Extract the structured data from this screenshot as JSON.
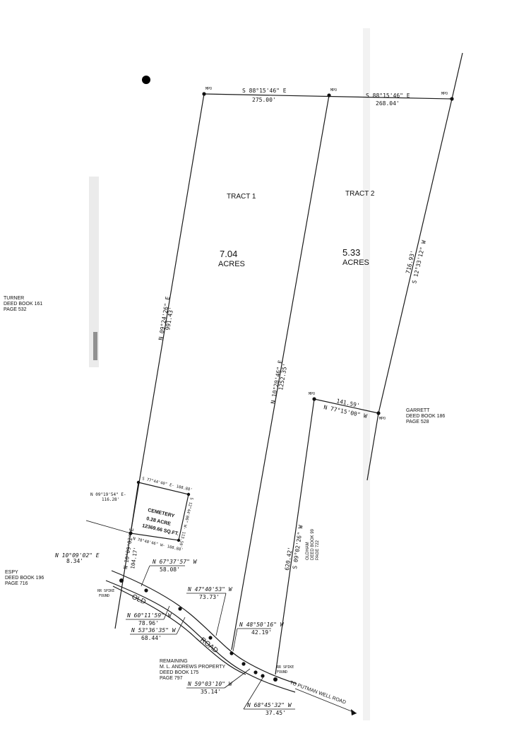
{
  "tracts": {
    "tract1": {
      "name": "TRACT  1",
      "acres": "7.04",
      "acres_unit": "ACRES"
    },
    "tract2": {
      "name": "TRACT  2",
      "acres": "5.33",
      "acres_unit": "ACRES"
    }
  },
  "markers": {
    "mpo": "MPO"
  },
  "bearings": {
    "north_left_bearing": "S 88°15'46\" E",
    "north_left_dist": "275.00'",
    "north_right_bearing": "S 88°15'46\" E",
    "north_right_dist": "268.04'",
    "west_bearing": "N 09°24'26\" E",
    "west_dist": "991.43'",
    "middle_bearing": "N 10°20'46\" E",
    "middle_dist": "1252.35'",
    "east_dist": "716.93'",
    "east_bearing": "S 12°33'12\" W",
    "notch_dist": "141.59'",
    "notch_bearing": "N 77°15'00\" W",
    "notch_south_dist": "620.42'",
    "notch_south_bearing": "S 09°02'26\" W",
    "base_bearing": "N 10°09'02\" E",
    "base_dist": "8.34'",
    "west_lower_bearing": "N 10°09'02\" E",
    "west_lower_dist": "104.17'"
  },
  "cemetery": {
    "name": "CEMETERY",
    "acres": "0.28 ACRE",
    "sqft": "12369.66 SQ.FT.",
    "top": "S 77°44'40\" E- 108.88'",
    "right": "S 12°44'06\" W- 113.59'",
    "bottom": "N 78°48'46\" W- 108.88'",
    "left_bearing": "N 09°19'54\" E-",
    "left_dist": "116.28'"
  },
  "road_calls": [
    {
      "bearing": "N 67°37'57\" W",
      "dist": "58.08'"
    },
    {
      "bearing": "N 47°40'53\" W",
      "dist": "73.73'"
    },
    {
      "bearing": "N 60°11'59\" W",
      "dist": "78.96'"
    },
    {
      "bearing": "N 53°36'35\" W",
      "dist": "68.44'"
    },
    {
      "bearing": "N 48°50'16\" W",
      "dist": "42.19'"
    },
    {
      "bearing": "N 59°03'10\" W",
      "dist": "35.14'"
    },
    {
      "bearing": "N 68°45'32\" W",
      "dist": "37.45'"
    }
  ],
  "road": {
    "old": "OLD",
    "road": "ROAD",
    "to": "TO PUTMAN WELL ROAD"
  },
  "spikes": {
    "label1": "RR SPIKE",
    "label2": "FOUND"
  },
  "adjoiners": {
    "turner": {
      "name": "TURNER",
      "deed": "DEED  BOOK  161",
      "page": "PAGE  532"
    },
    "garrett": {
      "name": "GARRETT",
      "deed": "DEED  BOOK  186",
      "page": "PAGE  528"
    },
    "espy": {
      "name": "ESPY",
      "deed": "DEED  BOOK  196",
      "page": "PAGE  716"
    },
    "remaining": {
      "name": "REMAINING",
      "owner": "M. L. ANDREWS PROPERTY",
      "deed": "DEED  BOOK  175",
      "page": "PAGE  797"
    },
    "oldham": {
      "name": "OLDHAM",
      "deed": "DEED BOOK 99",
      "page": "PAGE 722"
    }
  }
}
